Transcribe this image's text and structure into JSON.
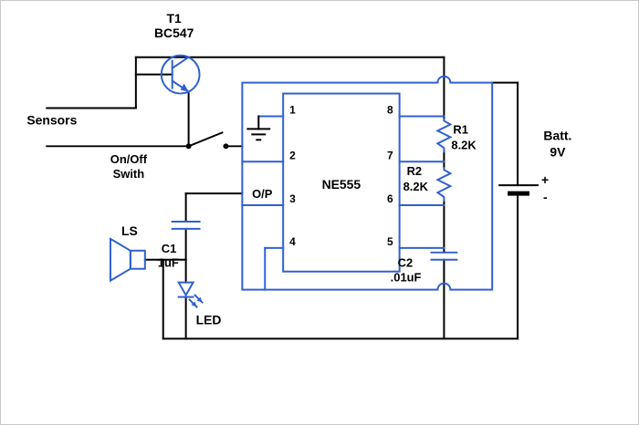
{
  "diagram": {
    "transistor": {
      "ref": "T1",
      "part": "BC547"
    },
    "sensors_label": "Sensors",
    "switch_label": {
      "line1": "On/Off",
      "line2": "Swith"
    },
    "ic": {
      "name": "NE555",
      "pins": {
        "p1": "1",
        "p2": "2",
        "p3": "3",
        "p4": "4",
        "p5": "5",
        "p6": "6",
        "p7": "7",
        "p8": "8"
      }
    },
    "output_label": "O/P",
    "resistors": [
      {
        "ref": "R1",
        "value": "8.2K"
      },
      {
        "ref": "R2",
        "value": "8.2K"
      }
    ],
    "capacitors": [
      {
        "ref": "C1",
        "value": "1uF"
      },
      {
        "ref": "C2",
        "value": ".01uF"
      }
    ],
    "speaker_label": "LS",
    "led_label": "LED",
    "battery": {
      "label": "Batt.",
      "voltage": "9V",
      "positive": "+",
      "negative": "-"
    },
    "colors": {
      "wire": "#000000",
      "component": "#3060d0",
      "text": "#000000",
      "background": "#ffffff",
      "border": "#c9c9c9"
    }
  }
}
